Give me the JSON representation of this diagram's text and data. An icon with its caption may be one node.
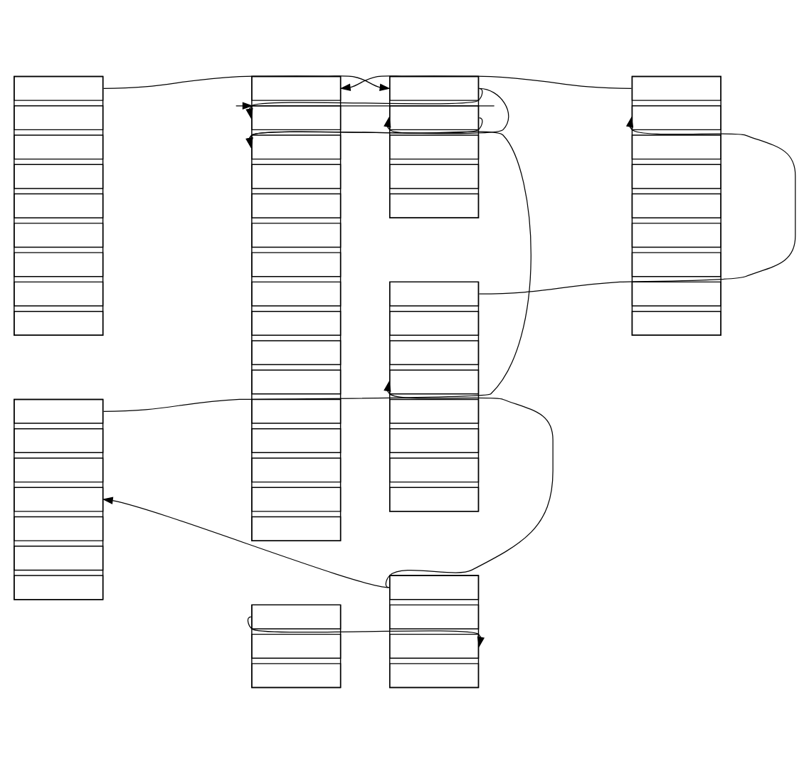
{
  "diagram": {
    "nodes": [
      {
        "text": [],
        "shape": "table"
      },
      {
        "text": [],
        "shape": "box",
        "in": 0
      },
      {
        "text": [],
        "shape": "box",
        "in": 0
      },
      {
        "text": [],
        "shape": "box",
        "in": 0
      },
      {
        "text": [],
        "shape": "box",
        "in": 0
      },
      {
        "text": [],
        "shape": "box",
        "in": 0
      },
      {
        "text": [],
        "shape": "box",
        "in": 0
      },
      {
        "text": [],
        "shape": "box",
        "in": 0
      },
      {
        "text": [],
        "shape": "box",
        "in": 0
      },
      {
        "text": [],
        "shape": "box",
        "in": 0
      },
      {
        "text": [],
        "shape": "table"
      },
      {
        "text": [],
        "shape": "box",
        "in": 10
      },
      {
        "text": [],
        "shape": "box",
        "in": 10
      },
      {
        "text": [],
        "shape": "box",
        "in": 10
      },
      {
        "text": [],
        "shape": "box",
        "in": 10
      },
      {
        "text": [],
        "shape": "box",
        "in": 10
      },
      {
        "text": [],
        "shape": "table"
      },
      {
        "text": [],
        "shape": "box",
        "in": 16
      },
      {
        "text": [],
        "shape": "box",
        "in": 16
      },
      {
        "text": [],
        "shape": "box",
        "in": 16
      },
      {
        "text": [],
        "shape": "box",
        "in": 16
      },
      {
        "text": [],
        "shape": "box",
        "in": 16
      },
      {
        "text": [],
        "shape": "box",
        "in": 16
      },
      {
        "text": [],
        "shape": "box",
        "in": 16
      },
      {
        "text": [],
        "shape": "box",
        "in": 16
      },
      {
        "text": [],
        "shape": "box",
        "in": 16
      },
      {
        "text": [],
        "shape": "box",
        "in": 16
      },
      {
        "text": [],
        "shape": "box",
        "in": 16
      },
      {
        "text": [],
        "shape": "box",
        "in": 16
      },
      {
        "text": [],
        "shape": "box",
        "in": 16
      },
      {
        "text": [],
        "shape": "box",
        "in": 16
      },
      {
        "text": [],
        "shape": "box",
        "in": 16
      },
      {
        "text": [],
        "shape": "box",
        "in": 16
      },
      {
        "text": [],
        "shape": "table"
      },
      {
        "text": [],
        "shape": "box",
        "in": 33
      },
      {
        "text": [],
        "shape": "box",
        "in": 33
      },
      {
        "text": [],
        "shape": "box",
        "in": 33
      },
      {
        "text": [],
        "shape": "box",
        "in": 33
      },
      {
        "text": [],
        "shape": "box",
        "in": 33
      },
      {
        "text": [],
        "shape": "box",
        "in": 33
      },
      {
        "text": [],
        "shape": "box",
        "in": 33
      },
      {
        "text": [],
        "shape": "box",
        "in": 33
      },
      {
        "text": [],
        "shape": "box",
        "in": 33
      },
      {
        "text": [],
        "shape": "table"
      },
      {
        "text": [],
        "shape": "box",
        "in": 43
      },
      {
        "text": [],
        "shape": "box",
        "in": 43
      },
      {
        "text": [],
        "shape": "box",
        "in": 43
      },
      {
        "text": [],
        "shape": "box",
        "in": 43
      },
      {
        "text": [],
        "shape": "box",
        "in": 43
      },
      {
        "text": [],
        "shape": "box",
        "in": 43
      },
      {
        "text": [],
        "shape": "box",
        "in": 43
      },
      {
        "text": [],
        "shape": "box",
        "in": 43
      },
      {
        "text": [],
        "shape": "table"
      },
      {
        "text": [],
        "shape": "box",
        "in": 52
      },
      {
        "text": [],
        "shape": "box",
        "in": 52
      },
      {
        "text": [],
        "shape": "box",
        "in": 52
      },
      {
        "text": [],
        "shape": "box",
        "in": 52
      },
      {
        "text": [],
        "shape": "box",
        "in": 52
      },
      {
        "text": [],
        "shape": "box",
        "in": 52
      },
      {
        "text": [],
        "shape": "box",
        "in": 52
      },
      {
        "text": [],
        "shape": "table"
      },
      {
        "text": [],
        "shape": "box",
        "in": 60
      },
      {
        "text": [],
        "shape": "box",
        "in": 60
      },
      {
        "text": [],
        "shape": "box",
        "in": 60
      },
      {
        "text": [],
        "shape": "box",
        "in": 60
      },
      {
        "text": [],
        "shape": "table"
      },
      {
        "text": [],
        "shape": "box",
        "in": 65
      },
      {
        "text": [],
        "shape": "box",
        "in": 65
      },
      {
        "text": [],
        "shape": "box",
        "in": 65
      }
    ],
    "edges": [
      {
        "from": 1,
        "to": 11,
        "arrow": "to"
      },
      {
        "from": 53,
        "to": 12,
        "arrow": "to"
      },
      {
        "from": 11,
        "to": 18,
        "arrow": "to"
      },
      {
        "from": 11,
        "to": 19,
        "arrow": "to"
      },
      {
        "from": 12,
        "to": 18,
        "arrow": "to"
      },
      {
        "from": 12,
        "to": 19,
        "arrow": "to"
      },
      {
        "from": 34,
        "to": 17,
        "arrow": "to"
      },
      {
        "from": 44,
        "to": 35,
        "arrow": "to"
      },
      {
        "from": 61,
        "to": 47,
        "arrow": "to"
      },
      {
        "from": 61,
        "to": 56,
        "arrow": "to"
      },
      {
        "from": 66,
        "to": 63,
        "arrow": "to"
      }
    ]
  }
}
